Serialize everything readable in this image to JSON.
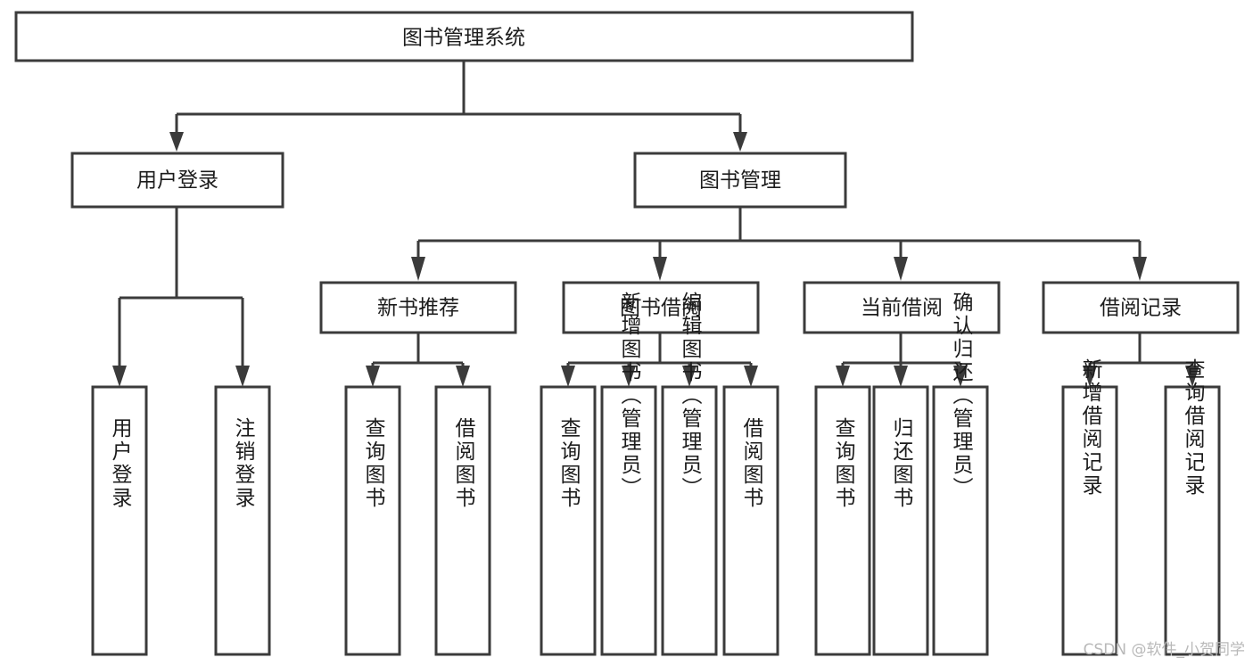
{
  "diagram": {
    "title": "图书管理系统",
    "watermark": "CSDN @软件_小贺同学",
    "style": {
      "stroke_color": "#3b3b3b",
      "fill_color": "#ffffff",
      "text_color": "#1c1c1c",
      "watermark_color": "#b9b9b9"
    },
    "levels": {
      "root": {
        "label": "图书管理系统"
      },
      "level1": [
        {
          "label": "用户登录"
        },
        {
          "label": "图书管理"
        }
      ],
      "level2": [
        {
          "label": "新书推荐"
        },
        {
          "label": "图书借阅"
        },
        {
          "label": "当前借阅"
        },
        {
          "label": "借阅记录"
        }
      ],
      "leaves_user_login": [
        {
          "label": "用户登录"
        },
        {
          "label": "注销登录"
        }
      ],
      "leaves_new_book": [
        {
          "label": "查询图书"
        },
        {
          "label": "借阅图书"
        }
      ],
      "leaves_borrow": [
        {
          "label": "查询图书"
        },
        {
          "label": "新增图书（管理员）"
        },
        {
          "label": "编辑图书（管理员）"
        },
        {
          "label": "借阅图书"
        }
      ],
      "leaves_current": [
        {
          "label": "查询图书"
        },
        {
          "label": "归还图书"
        },
        {
          "label": "确认归还（管理员）"
        }
      ],
      "leaves_record": [
        {
          "label": "新增借阅记录"
        },
        {
          "label": "查询借阅记录"
        }
      ]
    }
  }
}
